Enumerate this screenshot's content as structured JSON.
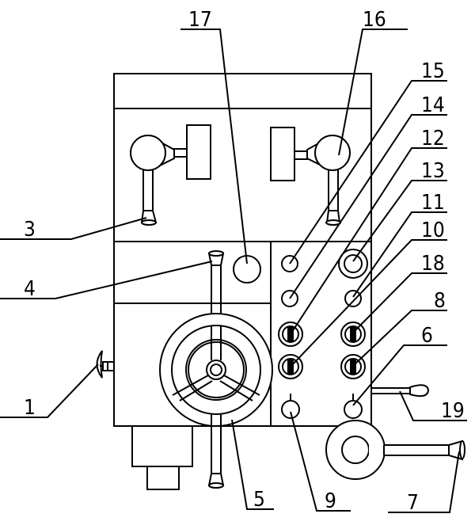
{
  "diagram": {
    "labels": {
      "l1": "1",
      "l3": "3",
      "l4": "4",
      "l5": "5",
      "l6": "6",
      "l7": "7",
      "l8": "8",
      "l9": "9",
      "l10": "10",
      "l11": "11",
      "l12": "12",
      "l13": "13",
      "l14": "14",
      "l15": "15",
      "l16": "16",
      "l17": "17",
      "l18": "18",
      "l19": "19"
    }
  }
}
